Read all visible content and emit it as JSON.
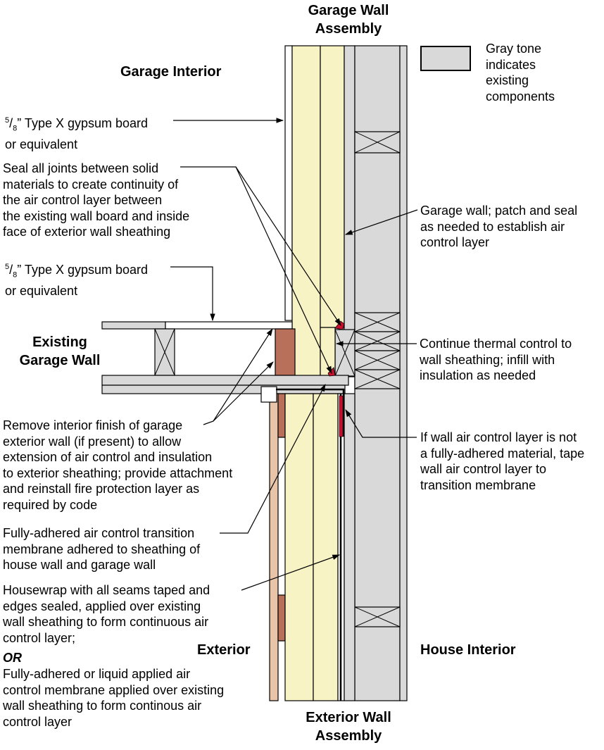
{
  "headings": {
    "garage_wall_assembly": "Garage Wall\nAssembly",
    "garage_interior": "Garage Interior",
    "existing_garage_wall": "Existing\nGarage Wall",
    "exterior": "Exterior",
    "house_interior": "House Interior",
    "exterior_wall_assembly": "Exterior Wall\nAssembly"
  },
  "legend": {
    "text": "Gray tone\nindicates\nexisting\ncomponents",
    "swatch_color": "#d9d9d9"
  },
  "callouts": {
    "gypsum_top_frac_num": "5",
    "gypsum_top_frac_den": "8",
    "gypsum_top_text": "” Type X gypsum board\nor equivalent",
    "seal_joints": "Seal all joints between solid\nmaterials to create continuity of\nthe air control layer between\nthe existing wall board and inside\nface of exterior wall sheathing",
    "gypsum_mid_frac_num": "5",
    "gypsum_mid_frac_den": "8",
    "gypsum_mid_text": "” Type X gypsum board\nor equivalent",
    "remove_finish": "Remove interior finish of garage\nexterior wall (if present) to allow\nextension of air control and insulation\nto exterior sheathing; provide attachment\nand reinstall fire protection layer as\nrequired by code",
    "transition_membrane": "Fully-adhered air control transition\nmembrane adhered to sheathing of\nhouse wall and garage wall",
    "housewrap": "Housewrap with all seams taped and\nedges sealed, applied over existing\nwall sheathing to form continuous air\ncontrol layer;",
    "or_label": "OR",
    "liquid_membrane": "Fully-adhered or liquid applied air\ncontrol membrane applied over existing\nwall sheathing to form continous air\ncontrol layer",
    "garage_wall_patch": "Garage wall; patch and seal\nas needed to establish air\ncontrol layer",
    "thermal_control": "Continue thermal control to\nwall sheathing; infill with\ninsulation as needed",
    "tape_transition": "If wall air control layer is not\na fully-adhered material, tape\nwall air control layer to\ntransition membrane"
  },
  "colors": {
    "existing_gray": "#d9d9d9",
    "insulation_yellow": "#f8f3c4",
    "siding_tan": "#e8c4a8",
    "wood_brown": "#b9705a",
    "membrane_red": "#c8102e",
    "white": "#ffffff"
  }
}
